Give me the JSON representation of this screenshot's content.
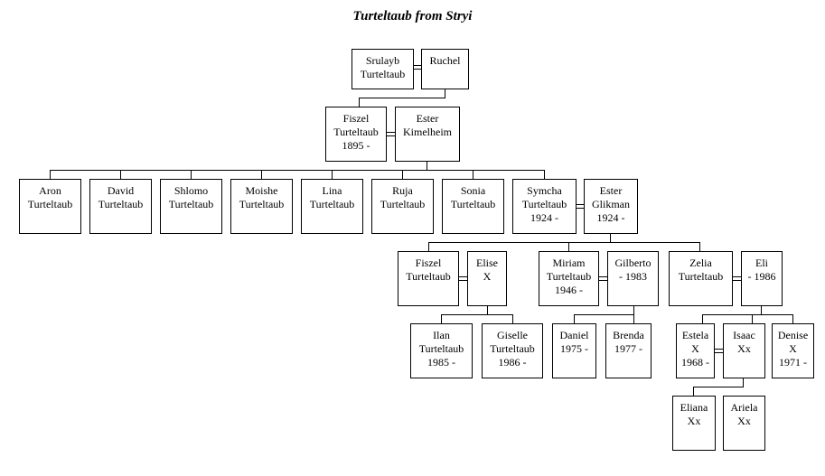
{
  "title": "Turteltaub from Stryi",
  "people": {
    "srulayb": [
      "Srulayb",
      "Turteltaub"
    ],
    "ruchel": [
      "Ruchel"
    ],
    "fiszel1": [
      "Fiszel",
      "Turteltaub",
      "1895 -"
    ],
    "ester1": [
      "Ester",
      "Kimelheim"
    ],
    "aron": [
      "Aron",
      "Turteltaub"
    ],
    "david": [
      "David",
      "Turteltaub"
    ],
    "shlomo": [
      "Shlomo",
      "Turteltaub"
    ],
    "moishe": [
      "Moishe",
      "Turteltaub"
    ],
    "lina": [
      "Lina",
      "Turteltaub"
    ],
    "ruja": [
      "Ruja",
      "Turteltaub"
    ],
    "sonia": [
      "Sonia",
      "Turteltaub"
    ],
    "symcha": [
      "Symcha",
      "Turteltaub",
      "1924 -"
    ],
    "ester2": [
      "Ester",
      "Glikman",
      "1924 -"
    ],
    "fiszel2": [
      "Fiszel",
      "Turteltaub"
    ],
    "elise": [
      "Elise",
      "X"
    ],
    "miriam": [
      "Miriam",
      "Turteltaub",
      "1946 -"
    ],
    "gilberto": [
      "Gilberto",
      "- 1983"
    ],
    "zelia": [
      "Zelia",
      "Turteltaub"
    ],
    "eli": [
      "Eli",
      "- 1986"
    ],
    "ilan": [
      "Ilan",
      "Turteltaub",
      "1985 -"
    ],
    "giselle": [
      "Giselle",
      "Turteltaub",
      "1986 -"
    ],
    "daniel": [
      "Daniel",
      "1975 -"
    ],
    "brenda": [
      "Brenda",
      "1977 -"
    ],
    "estela": [
      "Estela",
      "X",
      "1968 -"
    ],
    "isaac": [
      "Isaac",
      "Xx"
    ],
    "denise": [
      "Denise",
      "X",
      "1971 -"
    ],
    "eliana": [
      "Eliana",
      "Xx"
    ],
    "ariela": [
      "Ariela",
      "Xx"
    ]
  }
}
